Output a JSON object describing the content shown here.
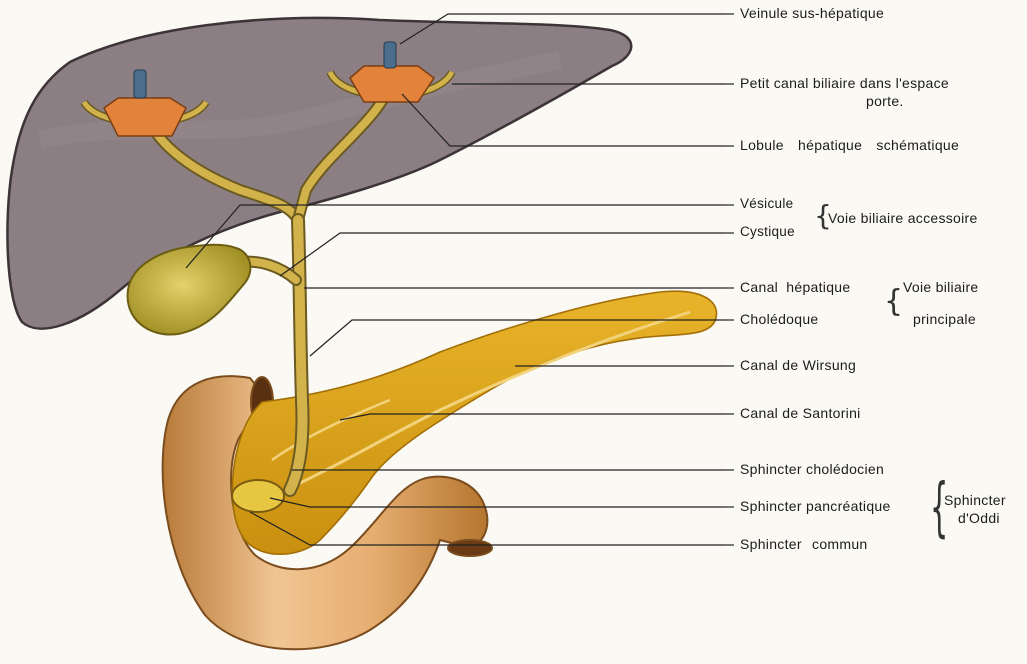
{
  "colors": {
    "background": "#fbf9f3",
    "liver": "#8c7f84",
    "liver_edge": "#3d3438",
    "bile_duct": "#d2b24a",
    "gallbladder": "#b8a431",
    "pancreas": "#d9a41a",
    "duodenum": "#d79b58",
    "lobule": "#e3823a",
    "vein": "#4a6e8c",
    "leader_line": "#222222"
  },
  "labels": {
    "veinule": "Veinule sus-hépatique",
    "petit_canal_line1": "Petit canal biliaire dans l'espace",
    "petit_canal_line2": "porte.",
    "lobule": "Lobule hépatique schématique",
    "vesicule": "Vésicule",
    "cystique": "Cystique",
    "voie_accessoire": "Voie biliaire accessoire",
    "canal_hepatique": "Canal hépatique",
    "choledoque": "Cholédoque",
    "voie_principale_line1": "Voie biliaire",
    "voie_principale_line2": "principale",
    "wirsung": "Canal de Wirsung",
    "santorini": "Canal de Santorini",
    "sphincter_choledocien": "Sphincter cholédocien",
    "sphincter_pancreatique": "Sphincter pancréatique",
    "sphincter_commun": "Sphincter commun",
    "sphincter_oddi_line1": "Sphincter",
    "sphincter_oddi_line2": "d'Oddi"
  }
}
